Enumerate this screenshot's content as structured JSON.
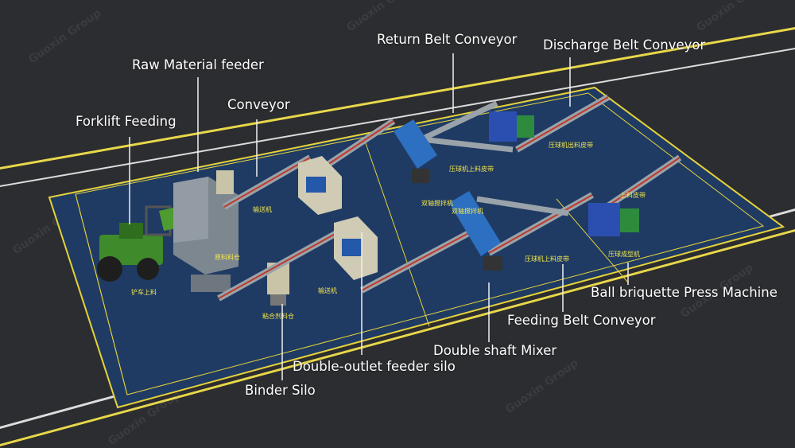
{
  "labels": {
    "forklift": "Forklift Feeding",
    "raw_feeder": "Raw Material feeder",
    "conveyor": "Conveyor",
    "return_belt": "Return Belt Conveyor",
    "discharge_belt": "Discharge Belt Conveyor",
    "press": "Ball briquette Press Machine",
    "feeding_belt": "Feeding Belt Conveyor",
    "mixer": "Double shaft Mixer",
    "feeder_silo": "Double-outlet feeder silo",
    "binder_silo": "Binder Silo"
  },
  "floor_labels": {
    "forklift": "铲车上料",
    "raw_silo": "原料料仓",
    "binder_silo": "粘合剂料仓",
    "conveyor": "输送机",
    "feed_conveyor_a": "输送机",
    "press_conveyor_upper": "压球机上料皮带",
    "press_discharge_upper": "压球机出料皮带",
    "press_conveyor_lower": "压球机上料皮带",
    "press_lower": "压球成型机",
    "mixer_lower": "双轴搅拌机",
    "mixer_upper": "双轴搅拌机",
    "belt_mid": "上料皮带"
  },
  "watermark": "Guoxin Group",
  "colors": {
    "background": "#2c2d30",
    "floor": "#1f3b63",
    "floor_line": "#e6d23a",
    "road_line": "#e8e8e8",
    "conveyor_frame": "#c0392b",
    "label_text": "#ffffff"
  }
}
